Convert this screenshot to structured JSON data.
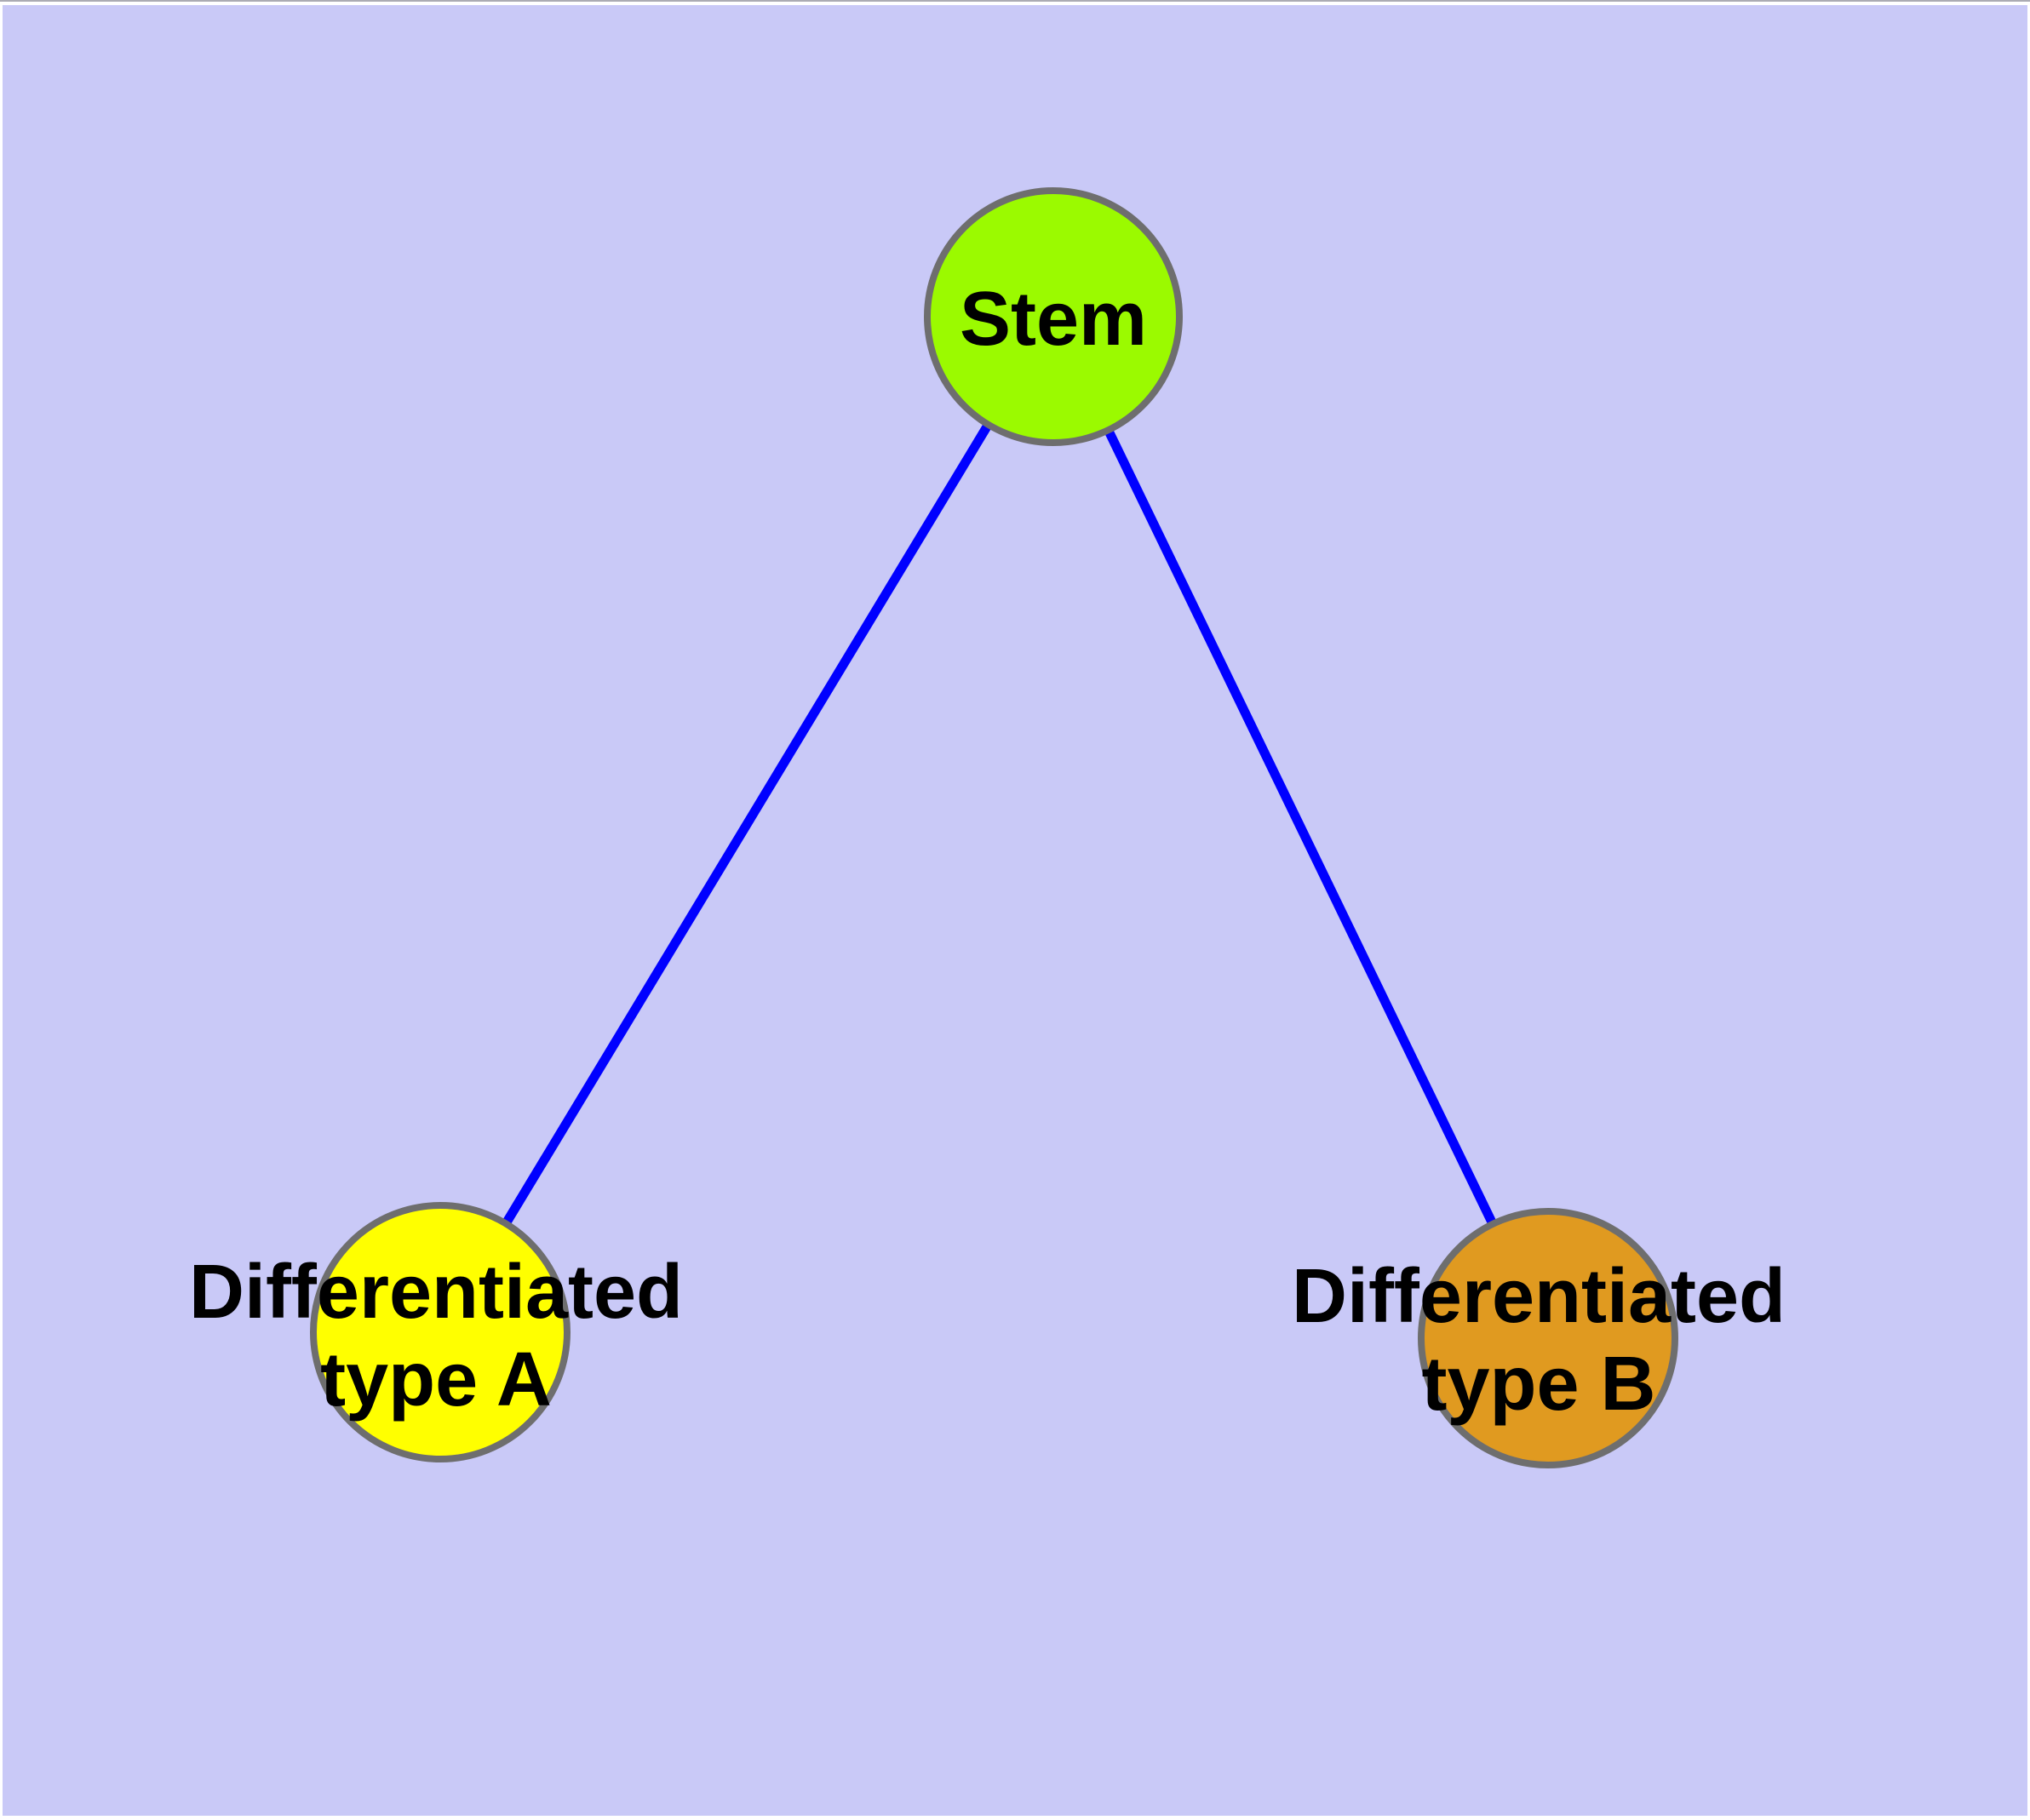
{
  "canvas": {
    "page_background": "#ffffff",
    "background": "#C9C9F7",
    "top_hairline_color": "#ABABB3"
  },
  "graph": {
    "type": "node-link-diagram",
    "edge_color": "#0000FF",
    "node_border_color": "#6E6E6E",
    "label_color": "#000000",
    "nodes": [
      {
        "id": "stem",
        "label": "Stem",
        "fill": "#9BFA00"
      },
      {
        "id": "type-a",
        "label_line1": "Differentiated",
        "label_line2": "type A",
        "fill": "#FFFF00"
      },
      {
        "id": "type-b",
        "label_line1": "Differentiated",
        "label_line2": "type B",
        "fill": "#E09A20"
      }
    ],
    "edges": [
      {
        "from": "Stem",
        "to": "Differentiated type A"
      },
      {
        "from": "Stem",
        "to": "Differentiated type B"
      }
    ]
  }
}
